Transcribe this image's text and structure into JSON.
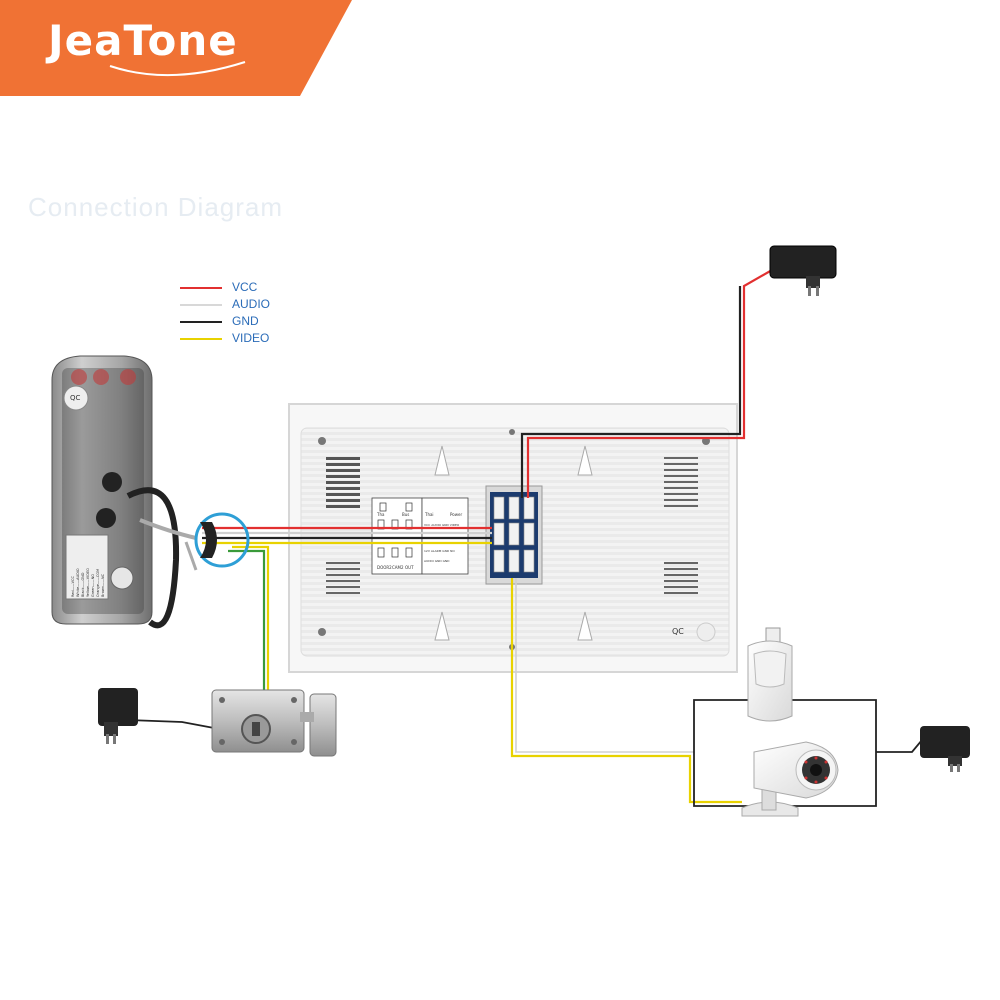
{
  "brand": {
    "name": "JeaTone",
    "color": "#f07234"
  },
  "diagram_title": "Connection Diagram",
  "legend": [
    {
      "label": "VCC",
      "color": "#e23030"
    },
    {
      "label": "AUDIO",
      "color": "#d8d8d8"
    },
    {
      "label": "GND",
      "color": "#222222"
    },
    {
      "label": "VIDEO",
      "color": "#e8d200"
    }
  ],
  "wire_colors": {
    "vcc": "#e23030",
    "audio": "#d0d0d0",
    "gnd": "#222222",
    "video": "#e8d200",
    "green": "#3a9a3a"
  },
  "monitor": {
    "qc": "QC",
    "port_labels_top": [
      "Tha",
      "Bus",
      "Thai",
      "Power"
    ],
    "port_labels_mid": [
      "VCC AUDIO GND VIDEO",
      "12V ALARM GND NO",
      "AUDIO GND GND"
    ],
    "port_labels_bottom": [
      "DOOR2",
      "CAM2",
      "OUT"
    ]
  },
  "door_station": {
    "qc": "QC",
    "wire_key": [
      "Red——VCC",
      "White——AUDIO",
      "Black——GND",
      "Yellow——VIDEO",
      "Green——NO",
      "Orange——COM",
      "Brown——NC"
    ]
  },
  "devices": [
    "power-adapter-monitor",
    "power-adapter-lock",
    "power-adapter-camera",
    "electric-lock",
    "pir-sensor",
    "cctv-camera"
  ]
}
